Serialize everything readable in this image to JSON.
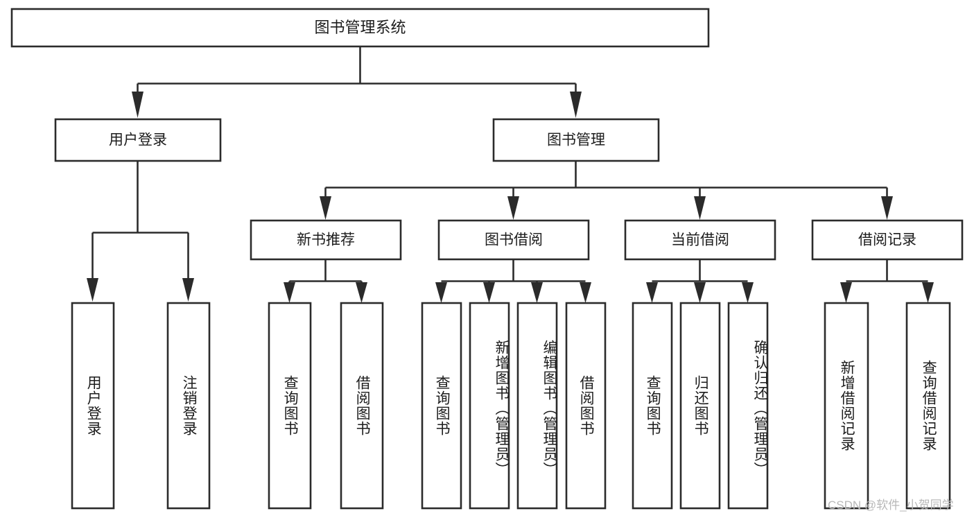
{
  "diagram": {
    "title": "图书管理系统",
    "type": "tree-hierarchy",
    "root": {
      "id": "root",
      "label": "图书管理系统",
      "orientation": "horizontal"
    },
    "level2": [
      {
        "id": "user-login",
        "label": "用户登录",
        "orientation": "horizontal"
      },
      {
        "id": "book-management",
        "label": "图书管理",
        "orientation": "horizontal"
      }
    ],
    "level3": [
      {
        "id": "new-book-recommend",
        "label": "新书推荐",
        "orientation": "horizontal",
        "parent": "book-management"
      },
      {
        "id": "book-borrow",
        "label": "图书借阅",
        "orientation": "horizontal",
        "parent": "book-management"
      },
      {
        "id": "current-borrow",
        "label": "当前借阅",
        "orientation": "horizontal",
        "parent": "book-management"
      },
      {
        "id": "borrow-record",
        "label": "借阅记录",
        "orientation": "horizontal",
        "parent": "book-management"
      }
    ],
    "leaves": [
      {
        "id": "leaf-user-login",
        "label": "用户登录",
        "orientation": "vertical",
        "parent": "user-login"
      },
      {
        "id": "leaf-logout-login",
        "label": "注销登录",
        "orientation": "vertical",
        "parent": "user-login"
      },
      {
        "id": "leaf-query-book-1",
        "label": "查询图书",
        "orientation": "vertical",
        "parent": "new-book-recommend"
      },
      {
        "id": "leaf-borrow-book-1",
        "label": "借阅图书",
        "orientation": "vertical",
        "parent": "new-book-recommend"
      },
      {
        "id": "leaf-query-book-2",
        "label": "查询图书",
        "orientation": "vertical",
        "parent": "book-borrow"
      },
      {
        "id": "leaf-add-book",
        "label": "新增图书（管理员）",
        "orientation": "vertical",
        "parent": "book-borrow"
      },
      {
        "id": "leaf-edit-book",
        "label": "编辑图书（管理员）",
        "orientation": "vertical",
        "parent": "book-borrow"
      },
      {
        "id": "leaf-borrow-book-2",
        "label": "借阅图书",
        "orientation": "vertical",
        "parent": "book-borrow"
      },
      {
        "id": "leaf-query-book-3",
        "label": "查询图书",
        "orientation": "vertical",
        "parent": "current-borrow"
      },
      {
        "id": "leaf-return-book",
        "label": "归还图书",
        "orientation": "vertical",
        "parent": "current-borrow"
      },
      {
        "id": "leaf-confirm-return",
        "label": "确认归还（管理员）",
        "orientation": "vertical",
        "parent": "current-borrow"
      },
      {
        "id": "leaf-add-record",
        "label": "新增借阅记录",
        "orientation": "vertical",
        "parent": "borrow-record"
      },
      {
        "id": "leaf-query-record",
        "label": "查询借阅记录",
        "orientation": "vertical",
        "parent": "borrow-record"
      }
    ],
    "colors": {
      "stroke": "#2b2b2b",
      "fill": "#ffffff",
      "text": "#1c1c1c",
      "watermark": "#b8b8b8",
      "background": "#ffffff"
    }
  },
  "watermark": {
    "text": "CSDN @软件_小贺同学"
  }
}
